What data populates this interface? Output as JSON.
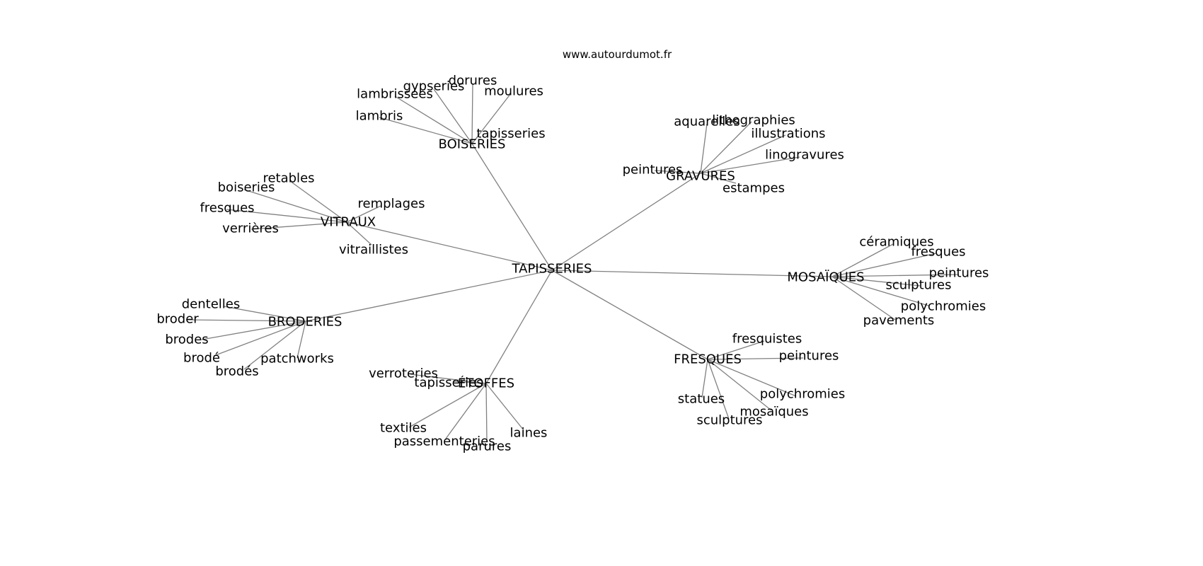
{
  "watermark": "www.autourdumot.fr",
  "graph": {
    "center": "TAPISSERIES",
    "clusters": [
      {
        "hub": "BOISERIES",
        "leaves": [
          "lambrissées",
          "gypseries",
          "dorures",
          "moulures",
          "lambris",
          "tapisseries"
        ]
      },
      {
        "hub": "GRAVURES",
        "leaves": [
          "aquarelles",
          "lithographies",
          "illustrations",
          "linogravures",
          "peintures",
          "estampes"
        ]
      },
      {
        "hub": "VITRAUX",
        "leaves": [
          "retables",
          "boiseries",
          "fresques",
          "verrières",
          "remplages",
          "vitraillistes"
        ]
      },
      {
        "hub": "MOSAÏQUES",
        "leaves": [
          "céramiques",
          "fresques",
          "peintures",
          "sculptures",
          "polychromies",
          "pavements"
        ]
      },
      {
        "hub": "BRODERIES",
        "leaves": [
          "dentelles",
          "broder",
          "brodes",
          "brodé",
          "brodés",
          "patchworks"
        ]
      },
      {
        "hub": "FRESQUES",
        "leaves": [
          "fresquistes",
          "peintures",
          "polychromies",
          "mosaïques",
          "statues",
          "sculptures"
        ]
      },
      {
        "hub": "ÉTOFFES",
        "leaves": [
          "verroteries",
          "tapisseries",
          "textiles",
          "passementeries",
          "parures",
          "laines"
        ]
      }
    ]
  }
}
